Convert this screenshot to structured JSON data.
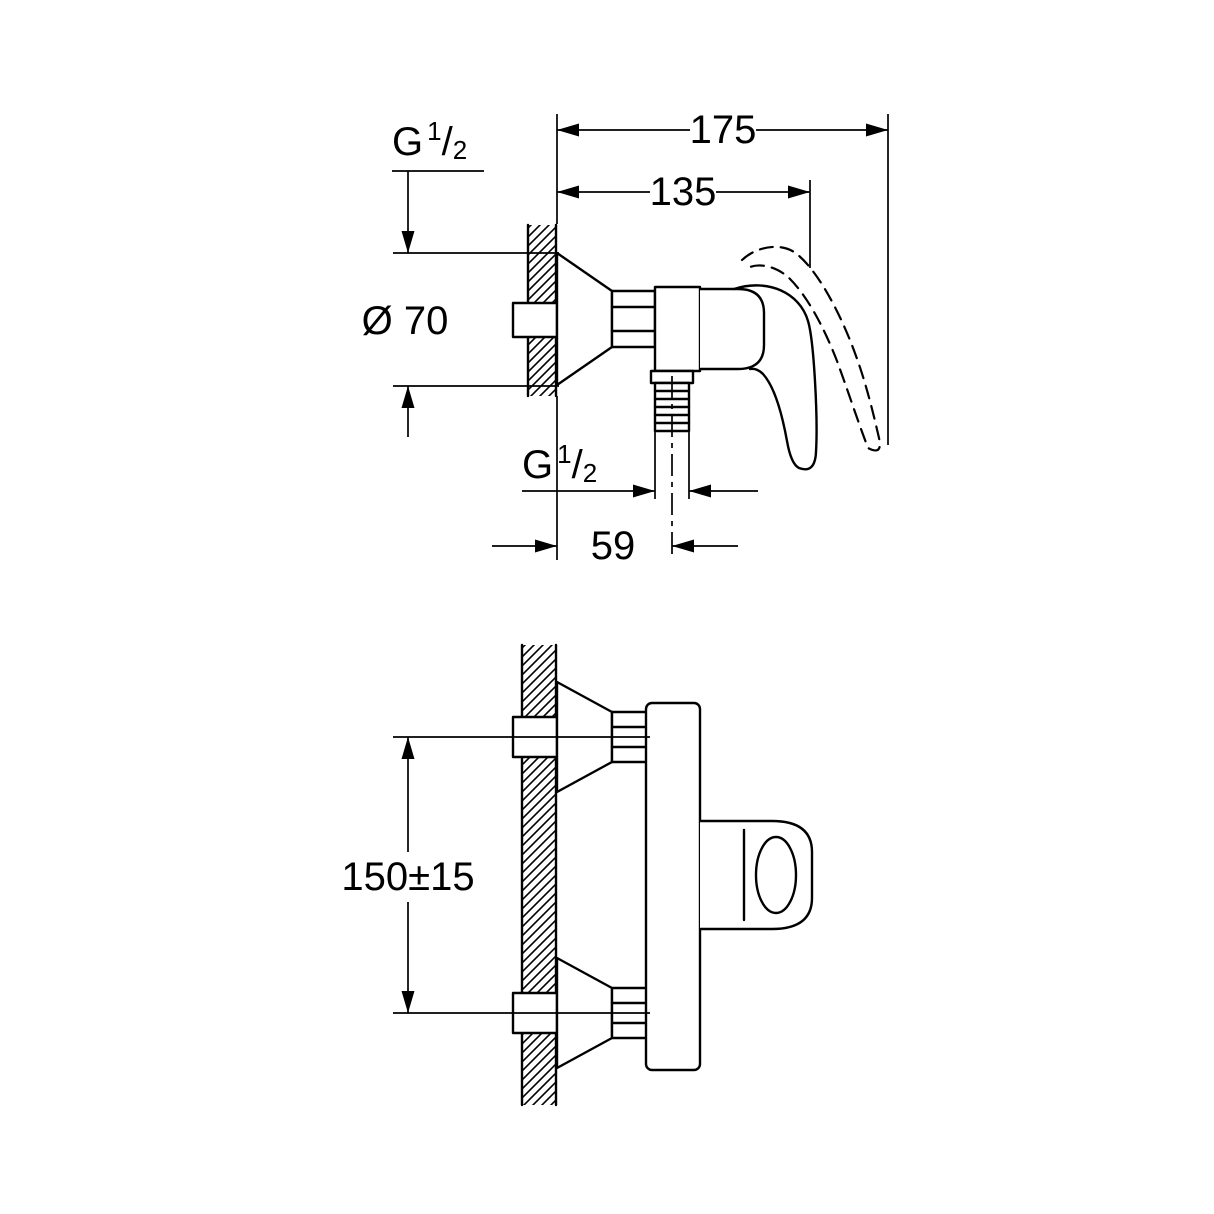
{
  "page": {
    "background": "#ffffff",
    "ink": "#000000"
  },
  "top_view": {
    "label_total_depth": "175",
    "label_body_depth": "135",
    "inlet_thread": {
      "base": "G",
      "sup": "1",
      "slash": "/",
      "sub": "2"
    },
    "flange_diameter": "Ø 70",
    "outlet_thread": {
      "base": "G",
      "sup": "1",
      "slash": "/",
      "sub": "2"
    },
    "label_outlet_offset": "59"
  },
  "front_view": {
    "label_inlet_spacing": "150±15"
  }
}
